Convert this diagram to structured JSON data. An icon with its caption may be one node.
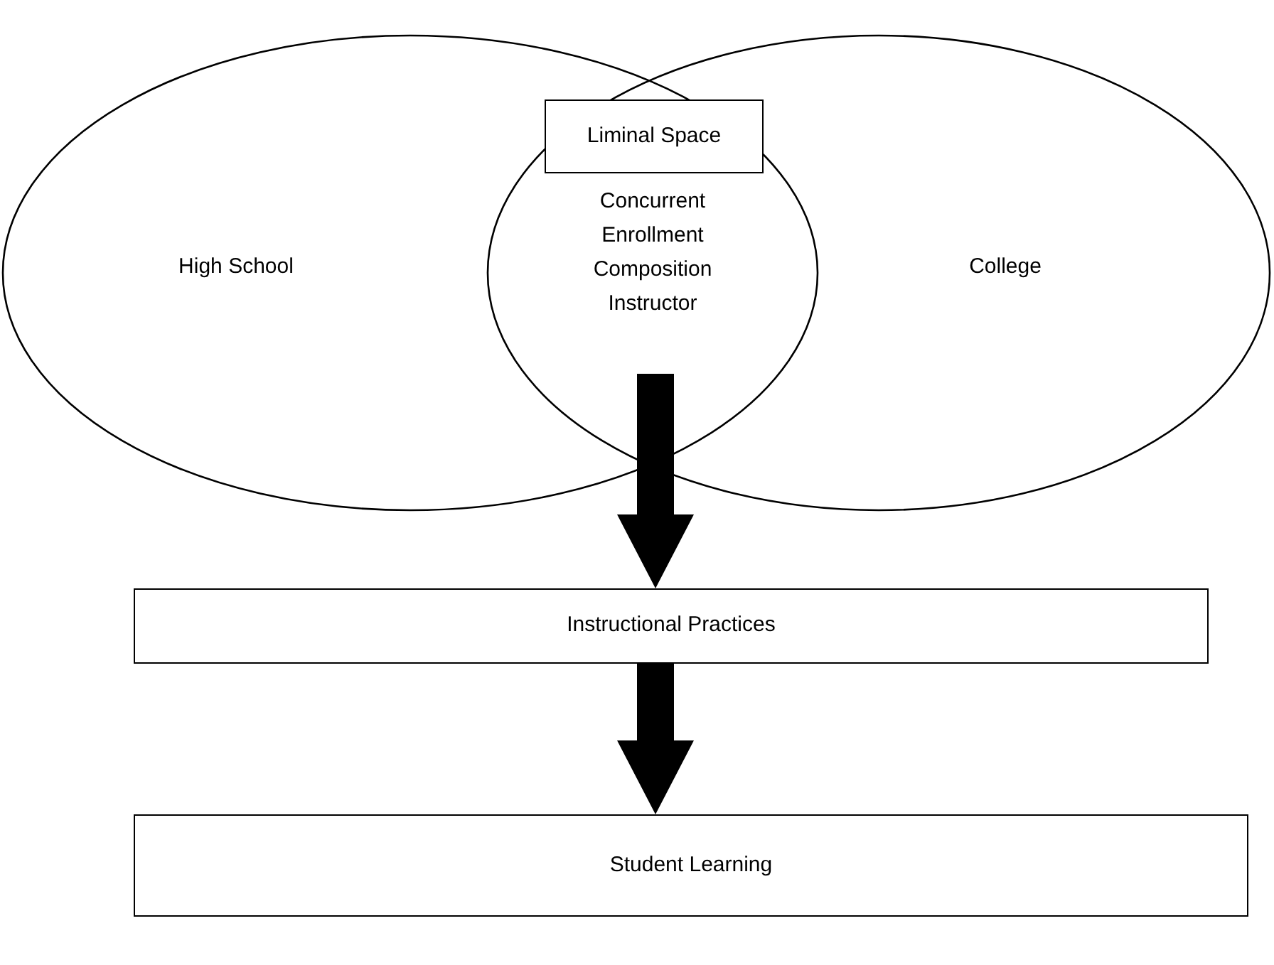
{
  "diagram": {
    "nodes": [
      {
        "text": [
          "High School"
        ]
      },
      {
        "text": [
          "College"
        ]
      },
      {
        "text": [
          "Liminal Space"
        ]
      },
      {
        "text": [
          "Concurrent Enrollment Composition Instructor"
        ]
      },
      {
        "text": [
          "Instructional Practices"
        ]
      },
      {
        "text": [
          "Student Learning"
        ]
      }
    ],
    "edges": [
      {
        "from": 3,
        "to": 4,
        "arrow": "to",
        "style": "thick"
      },
      {
        "from": 4,
        "to": 5,
        "arrow": "to",
        "style": "thick"
      }
    ]
  }
}
